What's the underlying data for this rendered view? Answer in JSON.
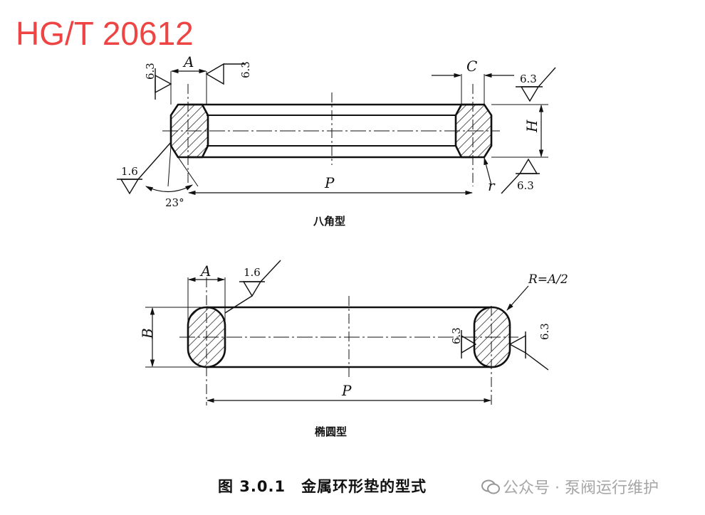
{
  "standard_title": "HG/T 20612",
  "octagonal": {
    "caption": "八角型",
    "dim_A": "A",
    "dim_C": "C",
    "dim_H": "H",
    "dim_P": "P",
    "dim_r": "r",
    "angle": "23°",
    "roughness_top_left_1": "6.3",
    "roughness_top_left_2": "6.3",
    "roughness_top_right": "6.3",
    "roughness_bottom_right": "6.3",
    "roughness_bottom_left": "1.6"
  },
  "oval": {
    "caption": "椭圆型",
    "dim_A": "A",
    "dim_B": "B",
    "dim_P": "P",
    "radius_note": "R=A/2",
    "roughness_top": "1.6",
    "roughness_right_1": "6.3",
    "roughness_right_2": "6.3"
  },
  "figure_caption": {
    "number": "图 3.0.1",
    "title": "金属环形垫的型式"
  },
  "watermark": {
    "text": "公众号 · 泵阀运行维护"
  },
  "colors": {
    "title_red": "#ee4444",
    "line": "#111111",
    "watermark_gray": "#969696"
  }
}
